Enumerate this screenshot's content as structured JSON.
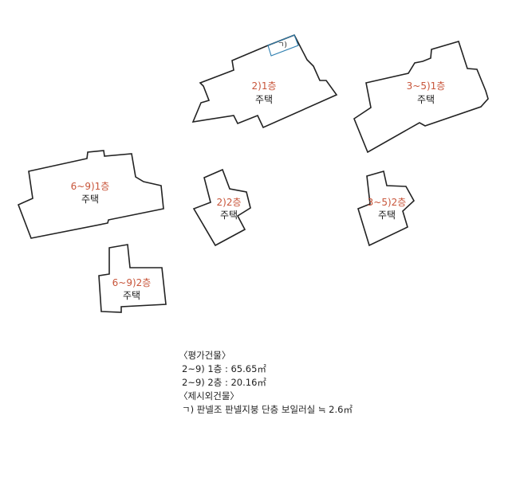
{
  "buildings": {
    "b1": {
      "num": "2)1층",
      "use": "주택"
    },
    "b2": {
      "num": "3~5)1층",
      "use": "주택"
    },
    "b3": {
      "num": "6~9)1층",
      "use": "주택"
    },
    "b4": {
      "num": "2)2층",
      "use": "주택"
    },
    "b5": {
      "num": "3~5)2층",
      "use": "주택"
    },
    "b6": {
      "num": "6~9)2층",
      "use": "주택"
    },
    "annex": {
      "mark": "ㄱ)"
    }
  },
  "notes": {
    "eval_header": "〈평가건물〉",
    "eval_items": [
      "2~9) 1층 : 65.65㎡",
      "2~9) 2층 : 20.16㎡"
    ],
    "excl_header": "〈제시외건물〉",
    "excl_items": [
      "ㄱ) 판넬조 판넬지붕 단층 보일러실 ≒ 2.6㎡"
    ]
  },
  "colors": {
    "outline": "#222222",
    "label_red": "#c8553a",
    "annex_line": "#2e7fb0"
  }
}
